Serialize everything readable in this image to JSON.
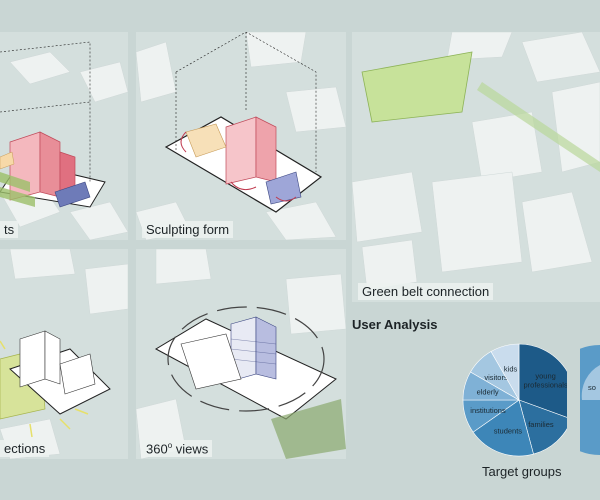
{
  "panels": {
    "top_left": {
      "caption": "ts"
    },
    "top_mid": {
      "caption": "Sculpting form"
    },
    "top_right": {
      "caption": "Green belt connection"
    },
    "bottom_left": {
      "caption": "ections"
    },
    "bottom_mid": {
      "caption_main": "360",
      "caption_sup": "o",
      "caption_tail": " views"
    }
  },
  "user_analysis": {
    "title": "User Analysis",
    "pie_caption": "Target groups",
    "slices": [
      {
        "label": "young professionals",
        "line1": "young",
        "line2": "professionals",
        "color": "#1d5a88"
      },
      {
        "label": "families",
        "line1": "families",
        "line2": "",
        "color": "#2c6f9f"
      },
      {
        "label": "students",
        "line1": "students",
        "line2": "",
        "color": "#3d86b8"
      },
      {
        "label": "institutions",
        "line1": "institutions",
        "line2": "",
        "color": "#5a9bc8"
      },
      {
        "label": "elderly",
        "line1": "elderly",
        "line2": "",
        "color": "#7fb1d6"
      },
      {
        "label": "visitors",
        "line1": "visitors",
        "line2": "",
        "color": "#a4c7e1"
      },
      {
        "label": "kids",
        "line1": "kids",
        "line2": "",
        "color": "#c9dced"
      }
    ],
    "second_pie_label": "so"
  },
  "colors": {
    "background": "#c9d6d4",
    "map_block": "#e6ebea",
    "street": "#b9c8c6",
    "accent_red": "#e07080",
    "accent_green": "#c7e29a",
    "accent_blue": "#6e7bb8"
  }
}
